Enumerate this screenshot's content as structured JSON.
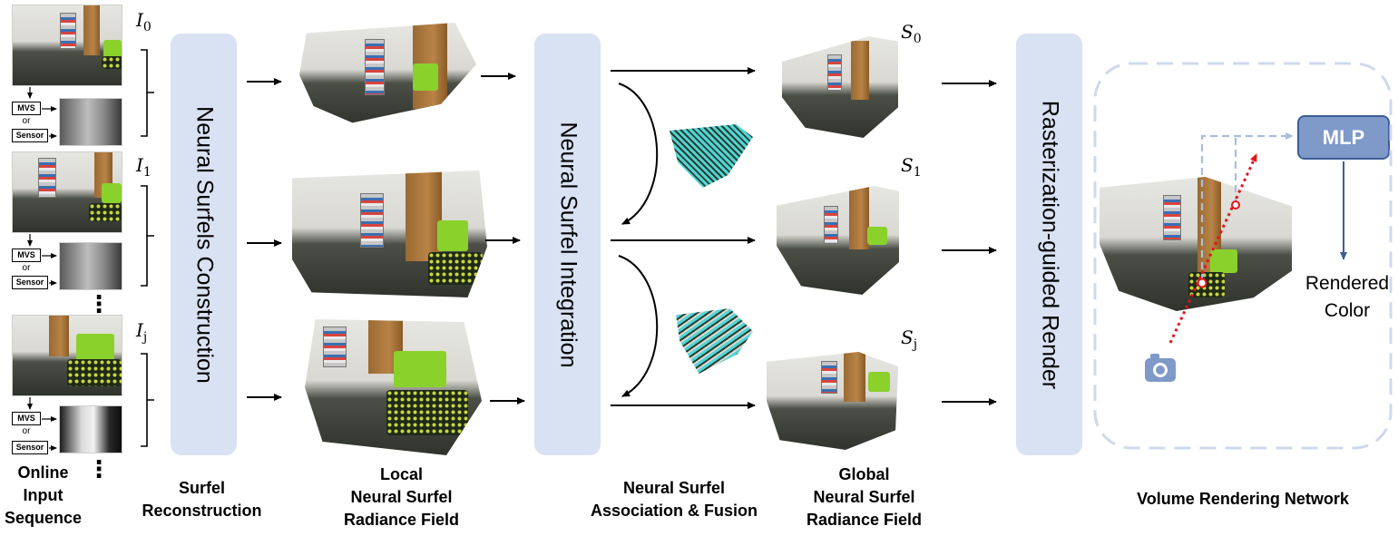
{
  "inputs": {
    "frame_labels": [
      "I",
      "I",
      "I"
    ],
    "frame_subscripts": [
      "0",
      "1",
      "j"
    ],
    "mvs_label": "MVS",
    "or_label": "or",
    "sensor_label": "Sensor",
    "ellipsis": "⋮"
  },
  "stages": {
    "construction": "Neural Surfels Construction",
    "integration": "Neural Surfel Integration",
    "render": "Rasterization-guided Render"
  },
  "global_labels": [
    "S",
    "S",
    "S"
  ],
  "global_subscripts": [
    "0",
    "1",
    "j"
  ],
  "network": {
    "mlp": "MLP",
    "output_line1": "Rendered",
    "output_line2": "Color"
  },
  "captions": {
    "input": [
      "Online",
      "Input",
      "Sequence"
    ],
    "surfel": [
      "Surfel",
      "Reconstruction"
    ],
    "local": [
      "Local",
      "Neural Surfel",
      "Radiance Field"
    ],
    "fusion": [
      "Neural Surfel",
      "Association & Fusion"
    ],
    "global": [
      "Global",
      "Neural Surfel",
      "Radiance Field"
    ],
    "volume": [
      "Volume Rendering Network"
    ]
  },
  "colors": {
    "stage_box": "#d8e2f3",
    "mlp_fill": "#7f99c9",
    "ray": "#e0161b",
    "dashed": "#a9bde0",
    "fusion_cloud": "#4fd6d6"
  }
}
